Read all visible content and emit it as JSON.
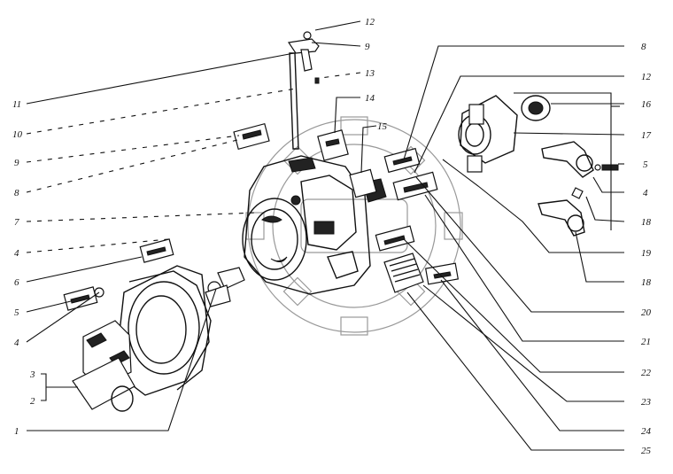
{
  "diagram": {
    "labels": {
      "l12_top": "12",
      "l9_top": "9",
      "l13": "13",
      "l11": "11",
      "l10": "10",
      "l14": "14",
      "l15": "15",
      "l9_left": "9",
      "l8": "8",
      "l7": "7",
      "l4_upper": "4",
      "l6": "6",
      "l5_left": "5",
      "l4_left": "4",
      "l3": "3",
      "l2": "2",
      "l1": "1",
      "l8_right": "8",
      "l12_right": "12",
      "l16": "16",
      "l17": "17",
      "l5_right": "5",
      "l4_right": "4",
      "l18_upper": "18",
      "l19": "19",
      "l18_lower": "18",
      "l20": "20",
      "l21": "21",
      "l22": "22",
      "l23": "23",
      "l24": "24",
      "l25": "25"
    }
  }
}
